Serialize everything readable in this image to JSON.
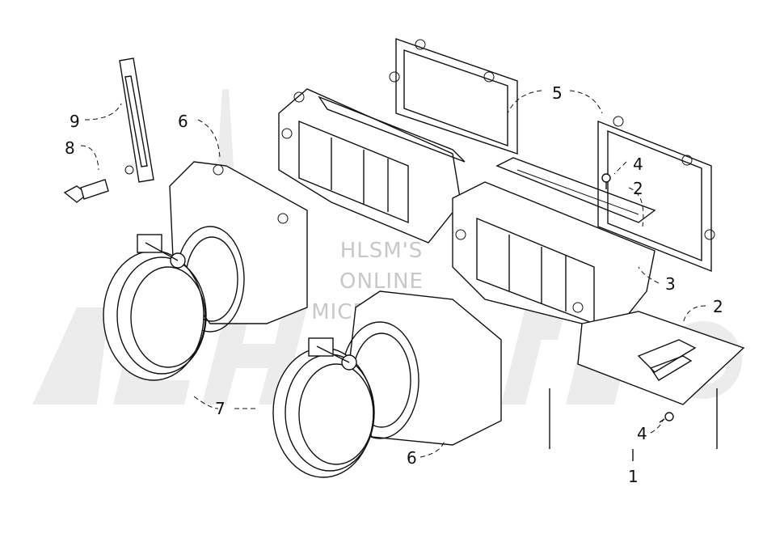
{
  "watermark": {
    "lines": [
      "HLSM'S",
      "ONLINE",
      "MICROFICHE"
    ],
    "logo": "ARCTIC CAT"
  },
  "callouts": [
    {
      "id": "c9",
      "label": "9"
    },
    {
      "id": "c8",
      "label": "8"
    },
    {
      "id": "c6a",
      "label": "6"
    },
    {
      "id": "c5",
      "label": "5"
    },
    {
      "id": "c4a",
      "label": "4"
    },
    {
      "id": "c2a",
      "label": "2"
    },
    {
      "id": "c3",
      "label": "3"
    },
    {
      "id": "c2b",
      "label": "2"
    },
    {
      "id": "c7",
      "label": "7"
    },
    {
      "id": "c6b",
      "label": "6"
    },
    {
      "id": "c4b",
      "label": "4"
    },
    {
      "id": "c1",
      "label": "1"
    }
  ]
}
